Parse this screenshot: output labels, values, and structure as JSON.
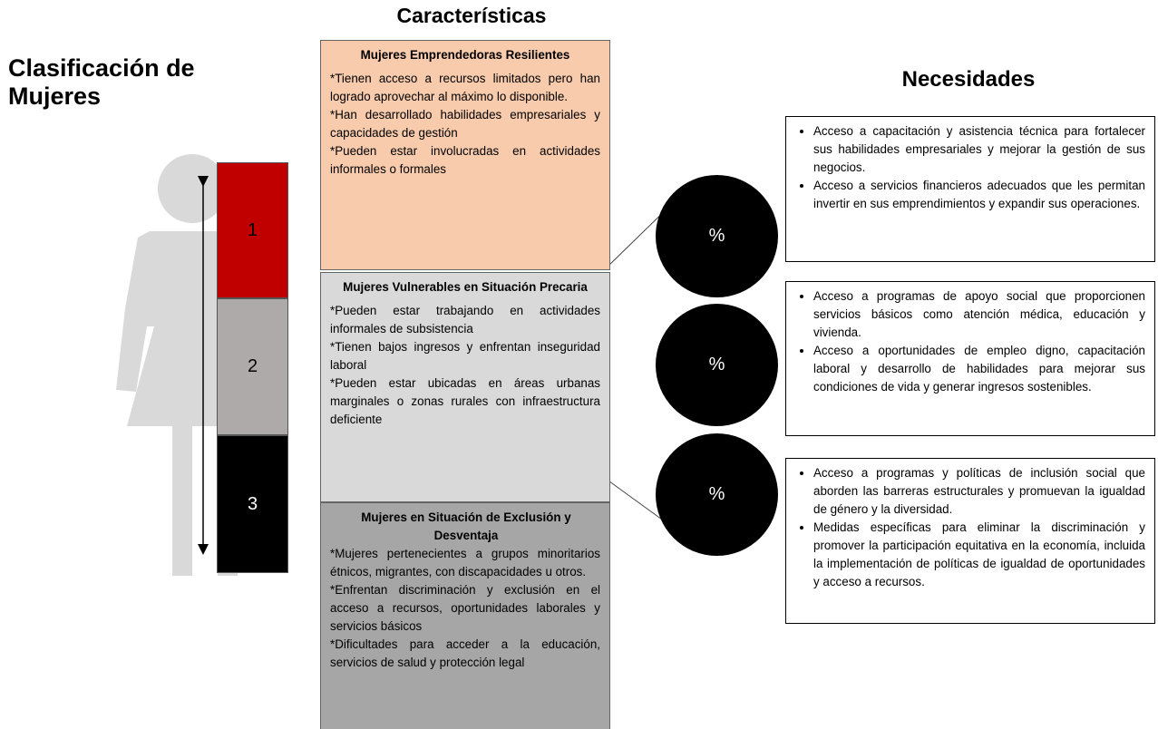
{
  "titles": {
    "left": "Clasificación de Mujeres",
    "middle": "Características",
    "right": "Necesidades"
  },
  "levels": [
    {
      "label": "1",
      "color": "#c00000"
    },
    {
      "label": "2",
      "color": "#aeaaaa"
    },
    {
      "label": "3",
      "color": "#000000"
    }
  ],
  "characteristics": [
    {
      "heading": "Mujeres Emprendedoras Resilientes",
      "lines": [
        "*Tienen acceso a recursos limitados pero han logrado aprovechar al máximo lo disponible.",
        "*Han desarrollado habilidades empresariales y capacidades de gestión",
        "*Pueden estar involucradas en actividades informales o formales"
      ],
      "color": "#f8cbad"
    },
    {
      "heading": "Mujeres Vulnerables en Situación Precaria",
      "lines": [
        "*Pueden estar trabajando en actividades informales de subsistencia",
        "*Tienen bajos ingresos y enfrentan inseguridad laboral",
        "*Pueden estar ubicadas en áreas urbanas marginales o zonas rurales con infraestructura deficiente"
      ],
      "color": "#d9d9d9"
    },
    {
      "heading": "Mujeres en Situación de Exclusión y Desventaja",
      "lines": [
        "*Mujeres pertenecientes a grupos minoritarios étnicos, migrantes, con discapacidades u otros.",
        "*Enfrentan discriminación y exclusión en el acceso a recursos, oportunidades laborales y servicios básicos",
        "*Dificultades para acceder a la educación, servicios de salud y protección legal"
      ],
      "color": "#a6a6a6"
    }
  ],
  "circles": [
    "%",
    "%",
    "%"
  ],
  "needs": [
    [
      "Acceso a capacitación y asistencia técnica para fortalecer sus habilidades empresariales y mejorar la gestión de sus negocios.",
      "Acceso a servicios financieros adecuados que les permitan invertir en sus emprendimientos y expandir sus operaciones."
    ],
    [
      "Acceso a programas de apoyo social que proporcionen servicios básicos como atención médica, educación y vivienda.",
      "Acceso a oportunidades de empleo digno, capacitación laboral y desarrollo de habilidades para mejorar sus condiciones de vida y generar ingresos sostenibles."
    ],
    [
      "Acceso a programas y políticas de inclusión social que aborden las barreras estructurales y promuevan la igualdad de género y la diversidad.",
      "Medidas específicas para eliminar la discriminación y promover la participación equitativa en la economía, incluida la implementación de políticas de igualdad de oportunidades y acceso a recursos."
    ]
  ],
  "icons": {
    "figure": "woman-silhouette-icon",
    "arrow": "double-arrow-icon"
  }
}
